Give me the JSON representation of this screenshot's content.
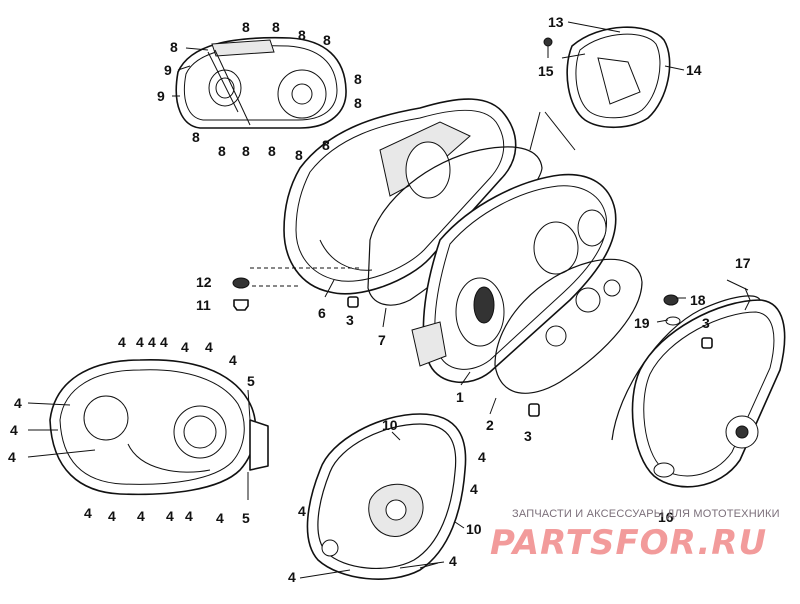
{
  "diagram": {
    "labels": {
      "l1": "1",
      "l2": "2",
      "l3a": "3",
      "l3b": "3",
      "l3c": "3",
      "l4": "4",
      "l5": "5",
      "l6": "6",
      "l7": "7",
      "l8": "8",
      "l9": "9",
      "l10": "10",
      "l11": "11",
      "l12": "12",
      "l13": "13",
      "l14": "14",
      "l15": "15",
      "l16": "16",
      "l17": "17",
      "l18": "18",
      "l19": "19"
    }
  },
  "watermark": {
    "caption": "ЗАПЧАСТИ И АКСЕССУАРЫ ДЛЯ МОТОТЕХНИКИ",
    "logo": "PARTSFOR.RU"
  }
}
